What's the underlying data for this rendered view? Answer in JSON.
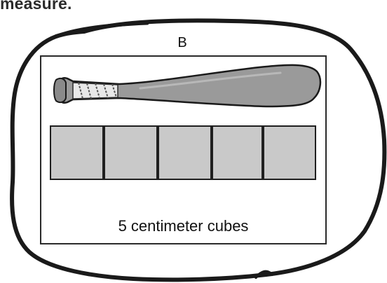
{
  "header": {
    "cut_off_text": "measure."
  },
  "panel": {
    "label": "B",
    "caption": "5 centimeter cubes",
    "cube_count": 5,
    "cube_fill": "#c9c9c9",
    "cube_stroke": "#1f1f1f"
  },
  "illustration": {
    "object": "baseball-bat",
    "bat_fill": "#9a9a9a",
    "grip_fill": "#e8e8e8",
    "outline_color": "#1a1a1a"
  }
}
